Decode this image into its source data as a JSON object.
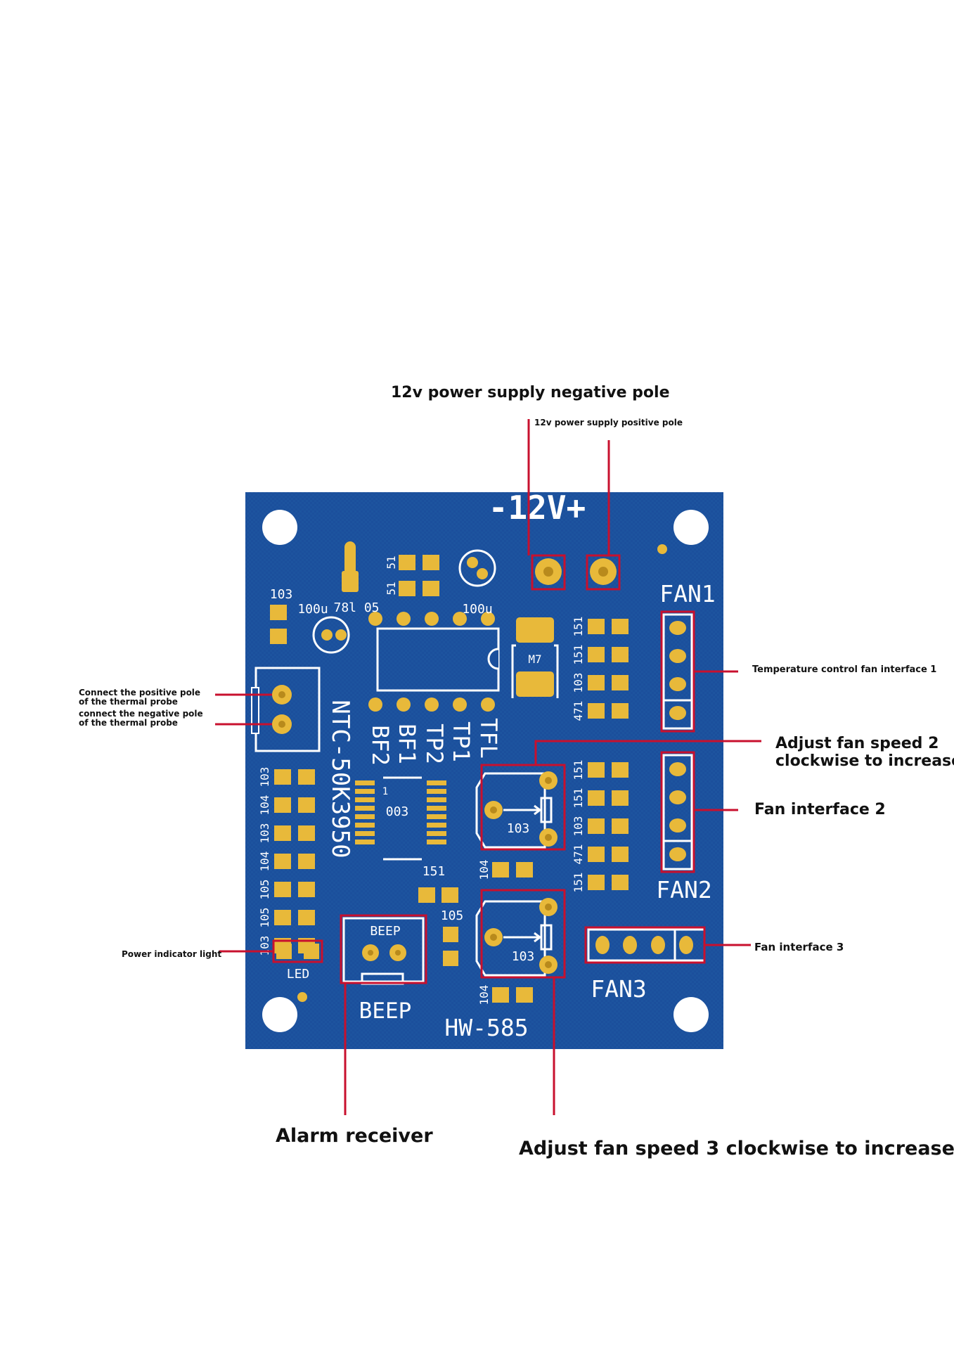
{
  "annotations": {
    "negative_pole": "12v power supply negative pole",
    "positive_pole": "12v power supply positive pole",
    "fan_interface_1": "Temperature control fan interface 1",
    "probe_positive": "Connect the positive pole of the thermal probe",
    "probe_negative": "connect the negative pole of the thermal probe",
    "fan_speed_2_line1": "Adjust fan speed 2",
    "fan_speed_2_line2": "clockwise to increase",
    "fan_interface_2": "Fan interface 2",
    "power_indicator": "Power indicator light",
    "fan_interface_3": "Fan interface 3",
    "alarm_receiver": "Alarm receiver",
    "fan_speed_3": "Adjust fan speed 3 clockwise to increase"
  },
  "board": {
    "model": "HW-585",
    "voltage": "-12V+",
    "fan1": "FAN1",
    "fan2": "FAN2",
    "fan3": "FAN3",
    "beep_large": "BEEP",
    "beep_small": "BEEP",
    "led": "LED",
    "ntc": "NTC-50K3950",
    "tfl": "TFL",
    "tp1": "TP1",
    "tp2": "TP2",
    "bf1": "BF1",
    "bf2": "BF2",
    "cap_left": "100u",
    "cap_right": "100u",
    "reg": "78l 05",
    "r103_top": "103",
    "r51_a": "51",
    "r51_b": "51",
    "m7": "M7",
    "chip_003": "003",
    "chip_pin1": "1",
    "r151_mid": "151",
    "r105_mid": "105",
    "r104_pot_top": "104",
    "r104_pot_bot": "104",
    "pot2_label": "103",
    "pot3_label": "103",
    "left_col": [
      "103",
      "104",
      "103",
      "104",
      "105",
      "105",
      "103"
    ],
    "right_col_top": [
      "151",
      "151",
      "103",
      "471"
    ],
    "right_col_mid": [
      "151",
      "151",
      "103",
      "471",
      "151"
    ]
  },
  "colors": {
    "pcb": "#1b4f9c",
    "pad": "#e8b93a",
    "silk": "#ffffff",
    "callout": "#c8102e"
  }
}
